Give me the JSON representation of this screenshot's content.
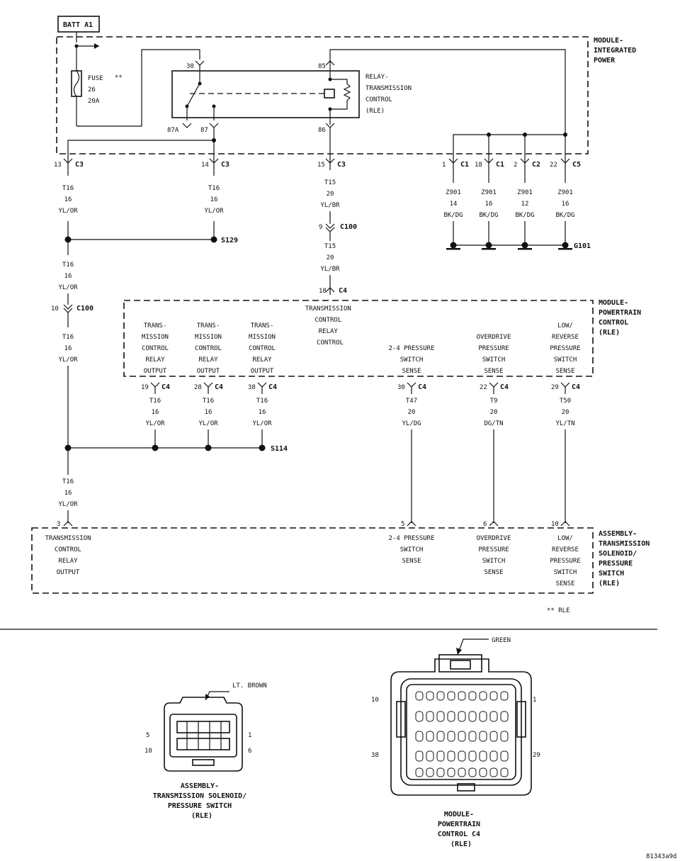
{
  "batt": "BATT A1",
  "fuse": {
    "label": "FUSE",
    "number": "26",
    "rating": "20A",
    "note": "**"
  },
  "modules": {
    "power_lines": [
      "MODULE-",
      "INTEGRATED",
      "POWER"
    ],
    "pcm_lines": [
      "MODULE-",
      "POWERTRAIN",
      "CONTROL",
      "(RLE)"
    ],
    "solenoid_lines": [
      "ASSEMBLY-",
      "TRANSMISSION",
      "SOLENOID/",
      "PRESSURE",
      "SWITCH",
      "(RLE)"
    ]
  },
  "relay": {
    "lines": [
      "RELAY-",
      "TRANSMISSION",
      "CONTROL",
      "(RLE)"
    ],
    "pins": {
      "p30": "30",
      "p85": "85",
      "p87a": "87A",
      "p87": "87",
      "p86": "86"
    }
  },
  "connectors": {
    "c13": {
      "pin": "13",
      "name": "C3"
    },
    "c14": {
      "pin": "14",
      "name": "C3"
    },
    "c15": {
      "pin": "15",
      "name": "C3"
    },
    "g1": {
      "pin": "1",
      "name": "C1"
    },
    "g18": {
      "pin": "18",
      "name": "C1"
    },
    "g2": {
      "pin": "2",
      "name": "C2"
    },
    "g22": {
      "pin": "22",
      "name": "C5"
    },
    "c100a": {
      "pin": "9",
      "name": "C100"
    },
    "c100b": {
      "pin": "10",
      "name": "C100"
    },
    "c4top": {
      "pin": "18",
      "name": "C4"
    },
    "c19": {
      "pin": "19",
      "name": "C4"
    },
    "c28": {
      "pin": "28",
      "name": "C4"
    },
    "c38": {
      "pin": "38",
      "name": "C4"
    },
    "c30": {
      "pin": "30",
      "name": "C4"
    },
    "c22": {
      "pin": "22",
      "name": "C4"
    },
    "c29": {
      "pin": "29",
      "name": "C4"
    }
  },
  "wires": {
    "w13": [
      "T16",
      "16",
      "YL/OR"
    ],
    "w14": [
      "T16",
      "16",
      "YL/OR"
    ],
    "w15": [
      "T15",
      "20",
      "YL/BR"
    ],
    "w15b": [
      "T15",
      "20",
      "YL/BR"
    ],
    "g1": [
      "Z901",
      "14",
      "BK/DG"
    ],
    "g18": [
      "Z901",
      "16",
      "BK/DG"
    ],
    "g2": [
      "Z901",
      "12",
      "BK/DG"
    ],
    "g22": [
      "Z901",
      "16",
      "BK/DG"
    ],
    "left1": [
      "T16",
      "16",
      "YL/OR"
    ],
    "left2": [
      "T16",
      "16",
      "YL/OR"
    ],
    "left3": [
      "T16",
      "16",
      "YL/OR"
    ],
    "o19": [
      "T16",
      "16",
      "YL/OR"
    ],
    "o28": [
      "T16",
      "16",
      "YL/OR"
    ],
    "o38": [
      "T16",
      "16",
      "YL/OR"
    ],
    "s24": [
      "T47",
      "20",
      "YL/DG"
    ],
    "od": [
      "T9",
      "20",
      "DG/TN"
    ],
    "lr": [
      "T50",
      "20",
      "YL/TN"
    ]
  },
  "splices": {
    "s129": "S129",
    "s114": "S114",
    "g101": "G101"
  },
  "pcm_inputs": {
    "relay_control": [
      "TRANSMISSION",
      "CONTROL",
      "RELAY",
      "CONTROL"
    ],
    "out19": [
      "TRANS-",
      "MISSION",
      "CONTROL",
      "RELAY",
      "OUTPUT"
    ],
    "out28": [
      "TRANS-",
      "MISSION",
      "CONTROL",
      "RELAY",
      "OUTPUT"
    ],
    "out38": [
      "TRANS-",
      "MISSION",
      "CONTROL",
      "RELAY",
      "OUTPUT"
    ],
    "sense24": [
      "2-4 PRESSURE",
      "SWITCH",
      "SENSE"
    ],
    "senseod": [
      "OVERDRIVE",
      "PRESSURE",
      "SWITCH",
      "SENSE"
    ],
    "senselr": [
      "LOW/",
      "REVERSE",
      "PRESSURE",
      "SWITCH",
      "SENSE"
    ]
  },
  "solenoid_pins": {
    "p3": "3",
    "p5": "5",
    "p6": "6",
    "p10": "10"
  },
  "solenoid_inputs": {
    "out": [
      "TRANSMISSION",
      "CONTROL",
      "RELAY",
      "OUTPUT"
    ],
    "s24": [
      "2-4 PRESSURE",
      "SWITCH",
      "SENSE"
    ],
    "od": [
      "OVERDRIVE",
      "PRESSURE",
      "SWITCH",
      "SENSE"
    ],
    "lr": [
      "LOW/",
      "REVERSE",
      "PRESSURE",
      "SWITCH",
      "SENSE"
    ]
  },
  "footnote": "** RLE",
  "views": {
    "small": {
      "color": "LT. BROWN",
      "pins": {
        "tl": "5",
        "tr": "1",
        "bl": "10",
        "br": "6"
      },
      "caption": [
        "ASSEMBLY-",
        "TRANSMISSION SOLENOID/",
        "PRESSURE SWITCH",
        "(RLE)"
      ]
    },
    "large": {
      "color": "GREEN",
      "pins": {
        "tl": "10",
        "tr": "1",
        "bl": "38",
        "br": "29"
      },
      "caption": [
        "MODULE-",
        "POWERTRAIN",
        "CONTROL C4",
        "(RLE)"
      ]
    }
  },
  "figure_id": "81343a9d"
}
